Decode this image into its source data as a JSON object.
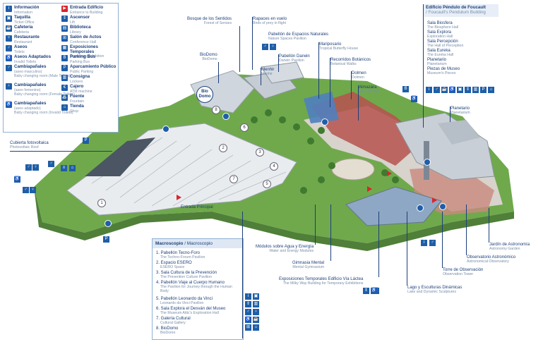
{
  "legend": [
    {
      "t": "Información",
      "s": "Information",
      "icon": "info-icon"
    },
    {
      "t": "Taquilla",
      "s": "Ticket Office",
      "icon": "ticket-icon"
    },
    {
      "t": "Cafetería",
      "s": "Cafeteria",
      "icon": "cafe-icon"
    },
    {
      "t": "Restaurante",
      "s": "Restaurant",
      "icon": "restaurant-icon"
    },
    {
      "t": "Aseos",
      "s": "Toilets",
      "icon": "toilet-icon"
    },
    {
      "t": "Aseos Adaptados",
      "s": "Invalid Toilets",
      "icon": "accessible-toilet-icon"
    },
    {
      "t": "Cambiapañales",
      "t2": "(aseo masculino)",
      "s": "Baby changing room (Male Toilets)",
      "icon": "baby-male-icon"
    },
    {
      "t": "Cambiapañales",
      "t2": "(aseo femenino)",
      "s": "Baby changing room (Female Toilets)",
      "icon": "baby-female-icon"
    },
    {
      "t": "Cambiapañales",
      "t2": "(aseo adaptado)",
      "s": "Baby changing room (Invalid Toilets)",
      "icon": "baby-accessible-icon"
    },
    {
      "t": "Entrada Edificio",
      "s": "Entrance to Building",
      "icon": "entrance-flag-icon"
    },
    {
      "t": "Ascensor",
      "s": "Lift",
      "icon": "lift-icon"
    },
    {
      "t": "Biblioteca",
      "s": "Library",
      "icon": "library-icon"
    },
    {
      "t": "Salón de Actos",
      "s": "Conference Hall",
      "icon": "conference-icon"
    },
    {
      "t": "Exposiciones Temporales",
      "s": "Temporary Exhibition",
      "icon": "exhibition-icon"
    },
    {
      "t": "Parking Bus",
      "s": "Parking Bus",
      "icon": "bus-parking-icon"
    },
    {
      "t": "Aparcamiento Público",
      "s": "Public Parking",
      "icon": "parking-icon"
    },
    {
      "t": "Consigna",
      "s": "Lockers",
      "icon": "locker-icon"
    },
    {
      "t": "Cajero",
      "s": "ATM machine",
      "icon": "atm-icon"
    },
    {
      "t": "Fuente",
      "s": "Fountain",
      "icon": "fountain-icon"
    },
    {
      "t": "Tienda",
      "s": "Shop",
      "icon": "shop-icon"
    }
  ],
  "labels": {
    "bosque": {
      "t": "Bosque de los Sentidos",
      "s": "Forest of Senses"
    },
    "rapaces": {
      "t": "Rapaces en vuelo",
      "s": "Birds of prey in flight"
    },
    "espacios": {
      "t": "Pabellón de Espacios Naturales",
      "s": "Nature Spaces Pavilion"
    },
    "biodomo": {
      "t": "BioDomo",
      "s": "BioDomo"
    },
    "darwin": {
      "t": "Pabellón Darwin",
      "s": "Darwin Pavilion"
    },
    "mariposario": {
      "t": "Mariposario",
      "s": "Tropical Butterfly House"
    },
    "recorridos": {
      "t": "Recorridos Botánicos",
      "s": "Botanical Walks"
    },
    "menhir": {
      "t": "Menhir",
      "s": "Menhir"
    },
    "dolmen": {
      "t": "Dolmen",
      "s": "Dolmen"
    },
    "almazara": {
      "t": "Almazara",
      "s": "Olive Oil Mill"
    },
    "planetario": {
      "t": "Planetario",
      "s": "Planetarium"
    },
    "cubierta": {
      "t": "Cubierta fotovoltaica",
      "s": "Photovoltaic Roof"
    },
    "entrada": {
      "t": "Entrada Principal",
      "s": ""
    },
    "modulos": {
      "t": "Módulos sobre Agua y Energía",
      "s": "Water and Energy Modules"
    },
    "gimnasia": {
      "t": "Gimnasia Mental",
      "s": "Mental Gymnasium"
    },
    "lactea": {
      "t": "Exposiciones Temporales Edificio Vía Láctea",
      "s": "The Milky Way Building for Temporary Exhibitions"
    },
    "lago": {
      "t": "Lago y Esculturas Dinámicas",
      "s": "Lake and Dynamic Sculptures"
    },
    "torre": {
      "t": "Torre de Observación",
      "s": "Observation Tower"
    },
    "observatorio": {
      "t": "Observatorio Astronómico",
      "s": "Astronomical Observatory"
    },
    "jardin": {
      "t": "Jardín de Astronomía",
      "s": "Astronomy Garden"
    }
  },
  "foucault": {
    "title": "Edificio Péndulo de Foucault",
    "subtitle": "/ Foucault's Pendulum Building",
    "items": [
      {
        "t": "Sala Biosfera",
        "s": "The Biosphere Hall"
      },
      {
        "t": "Sala Explora",
        "s": "Exploration Hall"
      },
      {
        "t": "Sala Percepción",
        "s": "The Hall of Perception"
      },
      {
        "t": "Sala Eureka",
        "s": "The Eureka Hall"
      },
      {
        "t": "Planetario",
        "s": "Planetarium"
      },
      {
        "t": "Piezas de Museo",
        "s": "Museum's Pieces"
      }
    ]
  },
  "macroscopio": {
    "title": "Macroscopio",
    "subtitle": "/ Macroscopio",
    "items": [
      {
        "t": "1. Pabellón Tecno-Foro",
        "s": "The Techno-Forum Pavilion"
      },
      {
        "t": "2. Espacio ESERO",
        "s": "ESERO Space"
      },
      {
        "t": "3. Sala Cultura de la Prevención",
        "s": "The Prevention Culture Pavilion"
      },
      {
        "t": "4. Pabellón Viaje al Cuerpo Humano",
        "s": "The Pavilion for Journey through the Human Body"
      },
      {
        "t": "5. Pabellón Leonardo da Vinci",
        "s": "Leonardo da Vinci Pavilion"
      },
      {
        "t": "6. Sala Explora el Desván del Museo",
        "s": "The Museum Attic's Exploration Hall"
      },
      {
        "t": "7. Galería Cultural",
        "s": "Cultural Gallery"
      },
      {
        "t": "8. BioDomo",
        "s": "BioDomo"
      }
    ]
  },
  "map_numbers": [
    "1",
    "2",
    "3",
    "4",
    "5",
    "6",
    "7",
    "8"
  ],
  "logo_text": "Bio Domo",
  "colors": {
    "accent": "#1f5ea8",
    "flag": "#d8262b",
    "panel": "#e7eef7"
  }
}
